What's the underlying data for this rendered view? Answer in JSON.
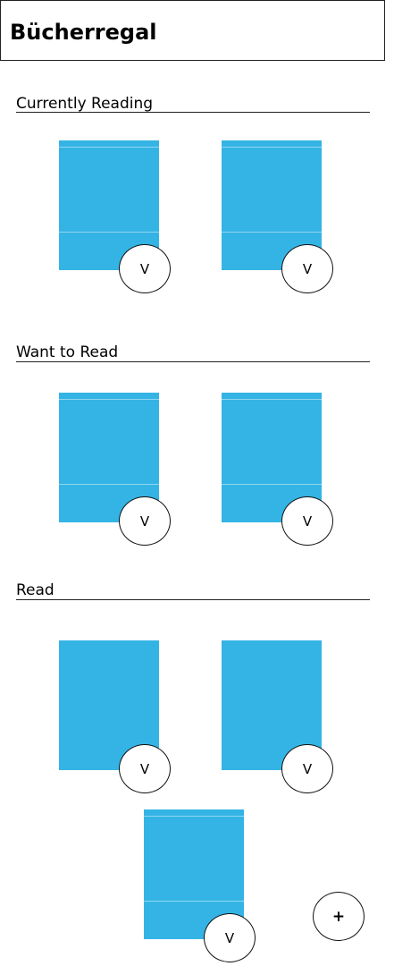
{
  "header": {
    "title": "Bücherregal"
  },
  "shelves": [
    {
      "title": "Currently Reading",
      "books": [
        {
          "menu_label": "V"
        },
        {
          "menu_label": "V"
        }
      ]
    },
    {
      "title": "Want to Read",
      "books": [
        {
          "menu_label": "V"
        },
        {
          "menu_label": "V"
        }
      ]
    },
    {
      "title": "Read",
      "books": [
        {
          "menu_label": "V"
        },
        {
          "menu_label": "V"
        },
        {
          "menu_label": "V"
        }
      ]
    }
  ],
  "fab": {
    "label": "+"
  },
  "colors": {
    "book_cover": "#34b4e4",
    "cover_stripe": "#8fd6f1"
  }
}
